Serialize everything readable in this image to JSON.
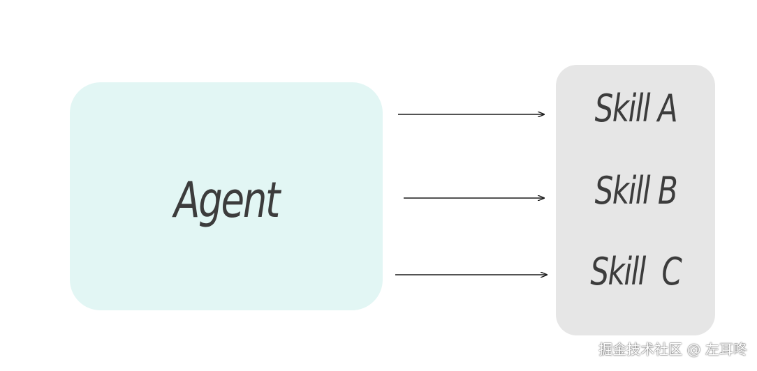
{
  "agent": {
    "label": "Agent",
    "color": "#e2f6f4"
  },
  "skills": {
    "color": "#e6e6e6",
    "items": [
      {
        "label": "Skill A"
      },
      {
        "label": "Skill B"
      },
      {
        "label": "Skill  C"
      }
    ]
  },
  "watermark": {
    "text": "掘金技术社区 @ 左耳咚"
  }
}
